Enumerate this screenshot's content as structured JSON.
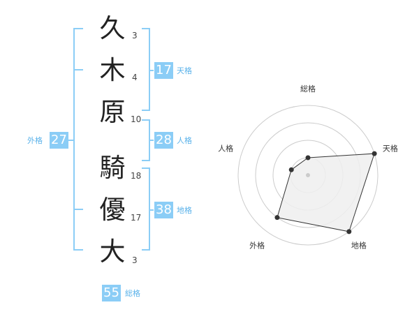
{
  "name": {
    "chars": [
      {
        "char": "久",
        "strokes": "3"
      },
      {
        "char": "木",
        "strokes": "4"
      },
      {
        "char": "原",
        "strokes": "10"
      },
      {
        "char": "騎",
        "strokes": "18"
      },
      {
        "char": "優",
        "strokes": "17"
      },
      {
        "char": "大",
        "strokes": "3"
      }
    ]
  },
  "fortunes": {
    "tenkaku": {
      "value": "17",
      "label": "天格"
    },
    "jinkaku": {
      "value": "28",
      "label": "人格"
    },
    "chikaku": {
      "value": "38",
      "label": "地格"
    },
    "gaikaku": {
      "value": "27",
      "label": "外格"
    },
    "soukaku": {
      "value": "55",
      "label": "総格"
    }
  },
  "colors": {
    "accent": "#8bcdf6",
    "accent_text": "#5ab2ea",
    "bracket": "#8bcdf6",
    "ring": "#cccccc",
    "polygon_fill": "#efefef",
    "polygon_stroke": "#333333"
  },
  "chart_data": {
    "type": "radar",
    "axes": [
      "総格",
      "天格",
      "地格",
      "外格",
      "人格"
    ],
    "rings": 4,
    "max": 4,
    "values": [
      1,
      4,
      4,
      3,
      1
    ]
  }
}
